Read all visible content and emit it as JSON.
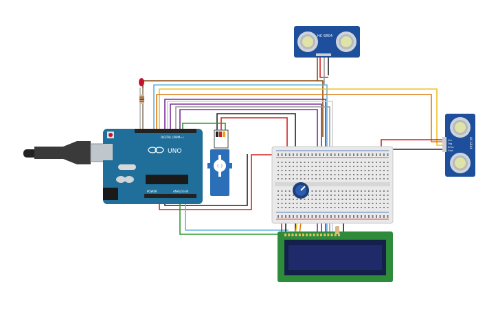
{
  "arduino": {
    "brand": "UNO",
    "digital_label": "DIGITAL (PWM~)",
    "power_label": "POWER",
    "analog_label": "ANALOG IN",
    "board_color": "#1f6f9a"
  },
  "sensor_top": {
    "label": "HC-SR04",
    "color": "#1e4f9c"
  },
  "sensor_right": {
    "label": "HC-SR04",
    "pin_labels": [
      "Vcc",
      "Trig",
      "Echo",
      "Gnd"
    ],
    "color": "#1e4f9c"
  },
  "lcd": {
    "pcb_color": "#2e8b3a",
    "screen_color": "#1f2a6b"
  },
  "wire_colors": {
    "red": "#d42020",
    "black": "#222222",
    "yellow": "#f0c020",
    "orange": "#e07a10",
    "brown": "#8a4a10",
    "purple": "#7a2a9a",
    "green": "#2e9a2e",
    "light_blue": "#5ab4e6",
    "gray": "#9a9a9a",
    "white": "#e8e8e8"
  }
}
